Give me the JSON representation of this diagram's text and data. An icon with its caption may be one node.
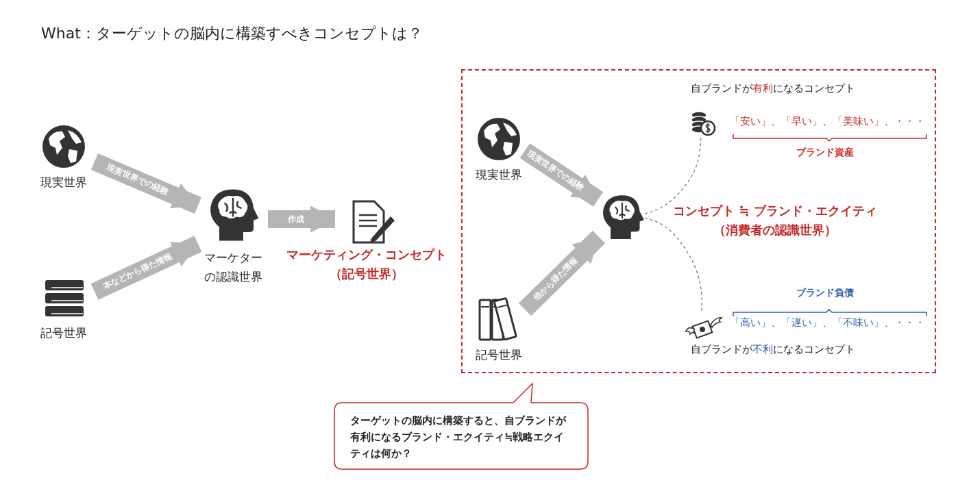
{
  "diagram": {
    "title": "What：ターゲットの脳内に構築すべきコンセプトは？",
    "nodes": [
      {
        "text": [
          "現実世界"
        ]
      },
      {
        "text": [
          "記号世界"
        ]
      },
      {
        "text": [
          "マーケターの認識世界"
        ]
      },
      {
        "text": [],
        "shape": "picture",
        "beside": [
          "マーケティング・コンセプト（記号世界）"
        ]
      },
      {
        "text": [],
        "shape": "box"
      },
      {
        "text": [
          "現実世界"
        ],
        "in": 4
      },
      {
        "text": [
          "記号世界"
        ],
        "in": 4
      },
      {
        "text": [],
        "shape": "picture",
        "in": 4,
        "beside": [
          "コンセプト ≒ ブランド・エクイティ（消費者の認識世界）"
        ]
      },
      {
        "text": [],
        "shape": "picture",
        "in": 4
      },
      {
        "text": [],
        "shape": "picture",
        "in": 4
      },
      {
        "text": [
          "ターゲットの脳内に構築すると、自ブランドが有利になるブランド・エクイティ≒戦略エクイティは何か？"
        ]
      }
    ],
    "edges": [
      {
        "from": 0,
        "to": 2,
        "arrow": "to",
        "label": "現実世界での経験"
      },
      {
        "from": 1,
        "to": 2,
        "arrow": "to",
        "label": "本などから得た情報"
      },
      {
        "from": 2,
        "to": 3,
        "arrow": "to",
        "label": "作成"
      },
      {
        "from": 5,
        "to": 7,
        "arrow": "to",
        "label": "現実世界での経験"
      },
      {
        "from": 6,
        "to": 7,
        "arrow": "to",
        "label": "他から得た情報"
      },
      {
        "from": 7,
        "to": 8,
        "arrow": "none",
        "style": "dashed",
        "color": "#777777"
      },
      {
        "from": 7,
        "to": 9,
        "arrow": "none",
        "style": "dashed",
        "color": "#777777"
      }
    ],
    "labels": [
      "自ブランドが**有利**になるコンセプト",
      "「安い」、「早い」、「美味い」、・・・",
      "ブランド資産",
      "ブランド負債",
      "「高い」、「遅い」、「不味い」、・・・",
      "自ブランドが**不利**になるコンセプト"
    ]
  }
}
